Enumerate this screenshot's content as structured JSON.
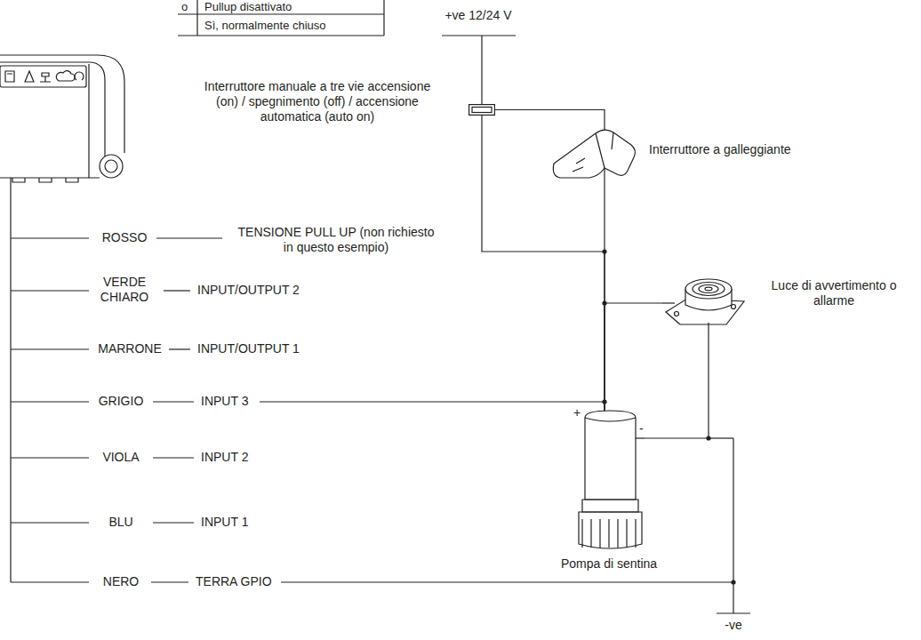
{
  "diagram": {
    "nodes": [
      {
        "text": [
          "Interruttore manuale a tre vie accensione (on) / spegnimento (off) / accensione automatica (auto on)"
        ]
      },
      {
        "text": [
          "Interruttore a galleggiante"
        ]
      },
      {
        "text": [
          "Luce di avvertimento o allarme"
        ]
      },
      {
        "text": [
          "+",
          "-",
          "Pompa di sentina"
        ]
      }
    ],
    "edges": [
      {
        "from": 0,
        "to": 1,
        "arrow": "none"
      },
      {
        "from": 0,
        "to": 3,
        "arrow": "none"
      },
      {
        "from": 1,
        "to": 3,
        "arrow": "none"
      },
      {
        "from": 2,
        "to": 3,
        "arrow": "none"
      },
      {
        "from": 2,
        "to": 3,
        "arrow": "none"
      }
    ],
    "labels": [
      "o",
      "Pullup disattivato",
      "Sì, normalmente chiuso",
      "+ve 12/24 V",
      "ROSSO",
      "TENSIONE PULL UP (non richiesto in questo esempio)",
      "VERDE CHIARO",
      "INPUT/OUTPUT 2",
      "MARRONE",
      "INPUT/OUTPUT 1",
      "GRIGIO",
      "INPUT 3",
      "VIOLA",
      "INPUT 2",
      "BLU",
      "INPUT 1",
      "NERO",
      "TERRA GPIO",
      "-ve"
    ]
  }
}
